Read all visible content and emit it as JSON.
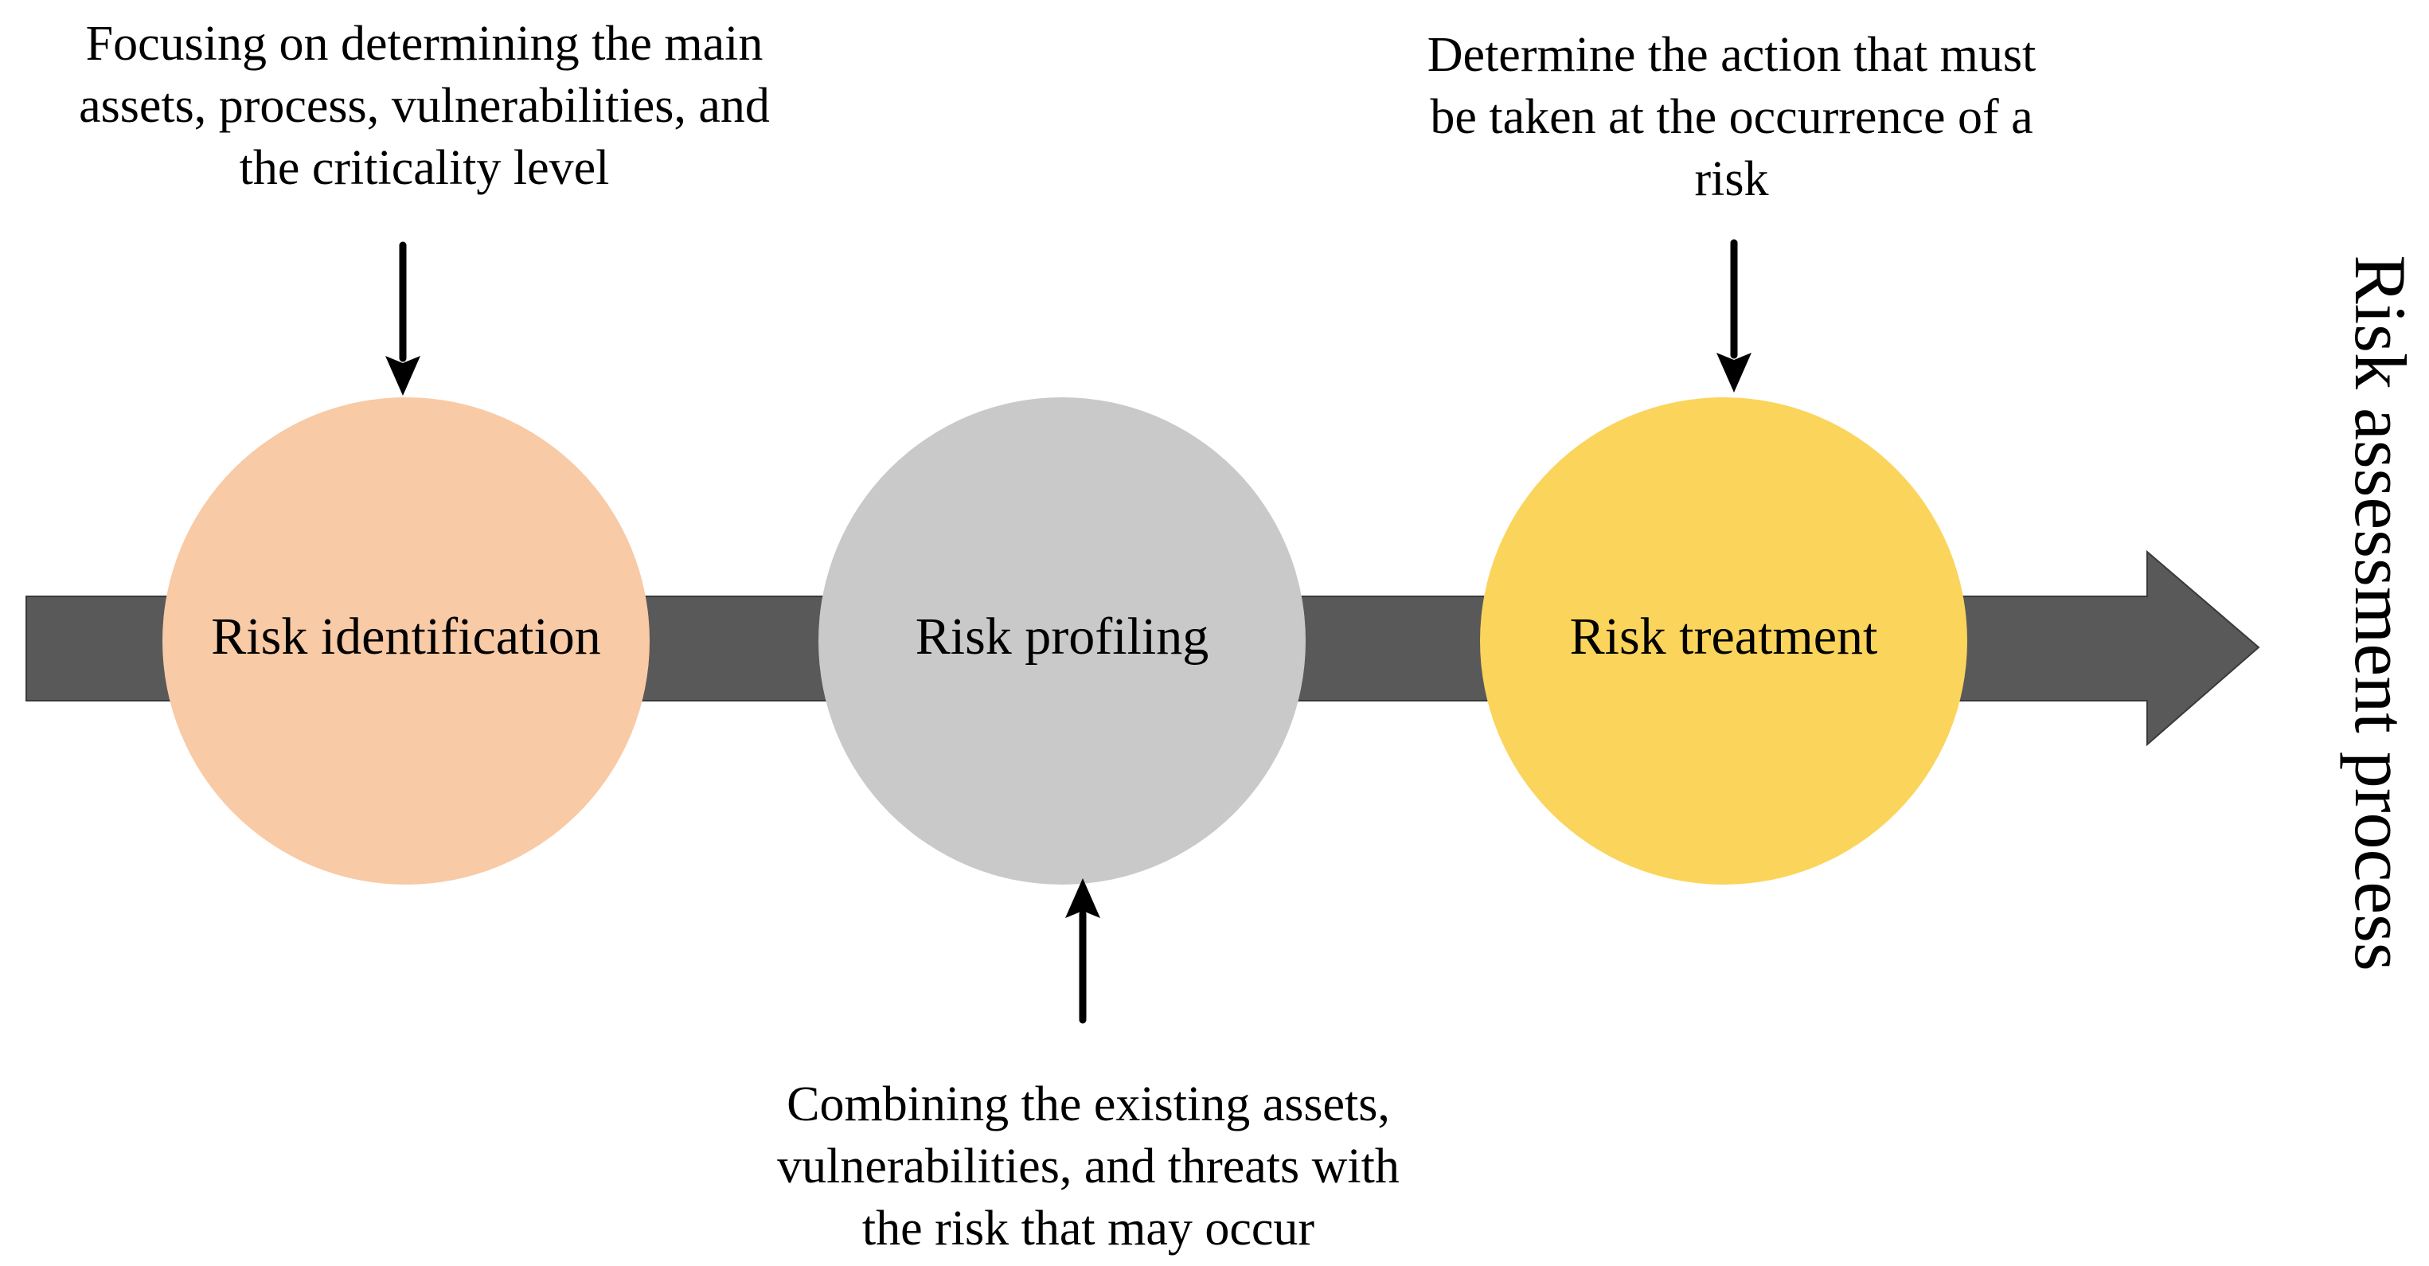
{
  "diagram": {
    "axis_label": "Risk assessment process",
    "colors": {
      "process_arrow_fill": "#595959",
      "process_arrow_stroke": "#3a3a3a",
      "annotation_arrow_color": "#000000",
      "text_color": "#000000",
      "background": "#ffffff"
    },
    "stages": [
      {
        "label": "Risk identification",
        "fill": "#F8CAA5"
      },
      {
        "label": "Risk profiling",
        "fill": "#C9C9C9"
      },
      {
        "label": "Risk treatment",
        "fill": "#FBD45C"
      }
    ],
    "annotations": [
      {
        "target": "Risk identification",
        "position": "top",
        "lines": [
          "Focusing on determining the main",
          "assets, process, vulnerabilities, and",
          "the criticality level"
        ]
      },
      {
        "target": "Risk profiling",
        "position": "bottom",
        "lines": [
          "Combining the existing assets,",
          "vulnerabilities, and threats with",
          "the risk that may occur"
        ]
      },
      {
        "target": "Risk treatment",
        "position": "top",
        "lines": [
          "Determine the action that must",
          "be taken at the occurrence of a",
          "risk"
        ]
      }
    ]
  }
}
